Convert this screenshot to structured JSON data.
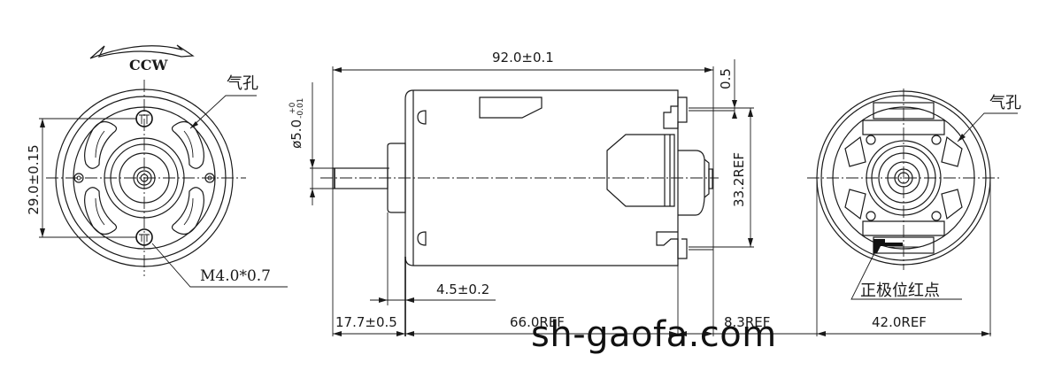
{
  "drawing": {
    "title": "DC motor dimension drawing",
    "watermark": "sh-gaofa.com"
  },
  "front_view": {
    "rotation_label": "CCW",
    "vent_hole_label": "气孔",
    "hole_spacing": "29.0±0.15",
    "thread_label": "M4.0*0.7"
  },
  "side_view": {
    "overall_length": "92.0±0.1",
    "shaft_diameter": "ø5.0",
    "shaft_tol_upper": "+0",
    "shaft_tol_lower": "-0.01",
    "offset_dim": "0.5",
    "terminal_height": "33.2REF",
    "boss_length": "4.5±0.2",
    "shaft_length": "17.7±0.5",
    "body_length": "66.0REF",
    "rear_length": "8.3REF"
  },
  "rear_view": {
    "vent_hole_label": "气孔",
    "polarity_label": "正极位红点",
    "diameter": "42.0REF"
  }
}
